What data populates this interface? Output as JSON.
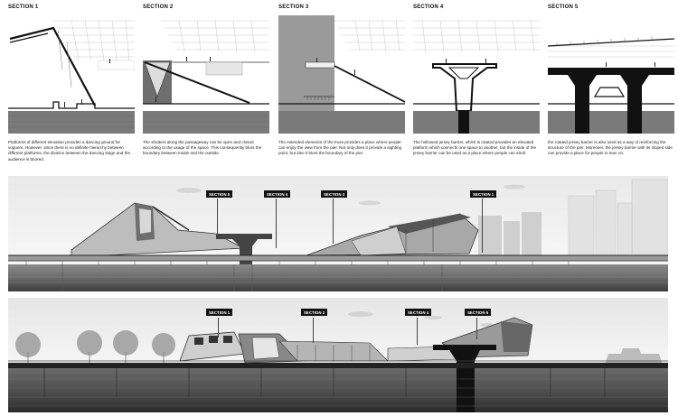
{
  "sections": [
    {
      "title": "SECTION 1",
      "caption": "Platforms of different elevation provides a dancing ground for voguers. However, since there is no definite hierarchy between different platforms, the division between the dancing stage and the audience is blurred."
    },
    {
      "title": "SECTION 2",
      "caption": "The shutters along the passageway can be open and closed according to the usage of the space. This consequently blurs the boundary between inside and the outside."
    },
    {
      "title": "SECTION 3",
      "caption": "The extended elements of the truss provides a place where people can enjoy the view from the pier. Not only does it provide a sighting point, but also it blurs the boundary of the pier."
    },
    {
      "title": "SECTION 4",
      "caption": "The hollowed jersey barrier, which is rotated provides an elevated platform which connects one space to another, but the inside of the jersey barrier can be used as a place where people can stroll."
    },
    {
      "title": "SECTION 5",
      "caption": "the rotated jersey barrier is also used as a way of reinforcing the structure of the pier. Moreover, the jersey barrier with its sloped side can provide a place for people to lean on."
    }
  ],
  "elevation_top_labels": [
    "SECTION 5",
    "SECTION 4",
    "SECTION 3",
    "SECTION 1"
  ],
  "elevation_bottom_labels": [
    "SECTION 1",
    "SECTION 2",
    "SECTION 4",
    "SECTION 5"
  ]
}
